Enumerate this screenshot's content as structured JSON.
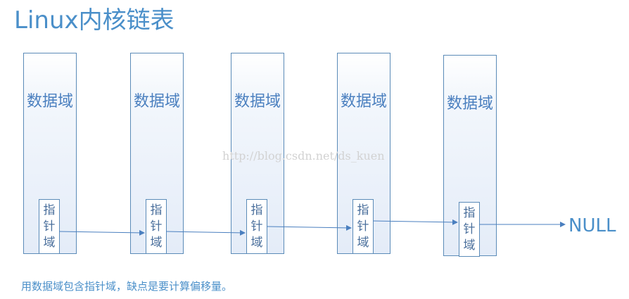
{
  "title": "Linux内核链表",
  "nodes": [
    {
      "data_label": "数据域",
      "pointer_label": "指针域"
    },
    {
      "data_label": "数据域",
      "pointer_label": "指针域"
    },
    {
      "data_label": "数据域",
      "pointer_label": "指针域"
    },
    {
      "data_label": "数据域",
      "pointer_label": "指针域"
    },
    {
      "data_label": "数据域",
      "pointer_label": "指针域"
    }
  ],
  "terminal_label": "NULL",
  "watermark": "http://blog.csdn.net/ds_kuen",
  "caption": "用数据域包含指针域，缺点是要计算偏移量。",
  "colors": {
    "title": "#4a8fc9",
    "border": "#5b8bb8",
    "arrow": "#4a7fbf"
  }
}
